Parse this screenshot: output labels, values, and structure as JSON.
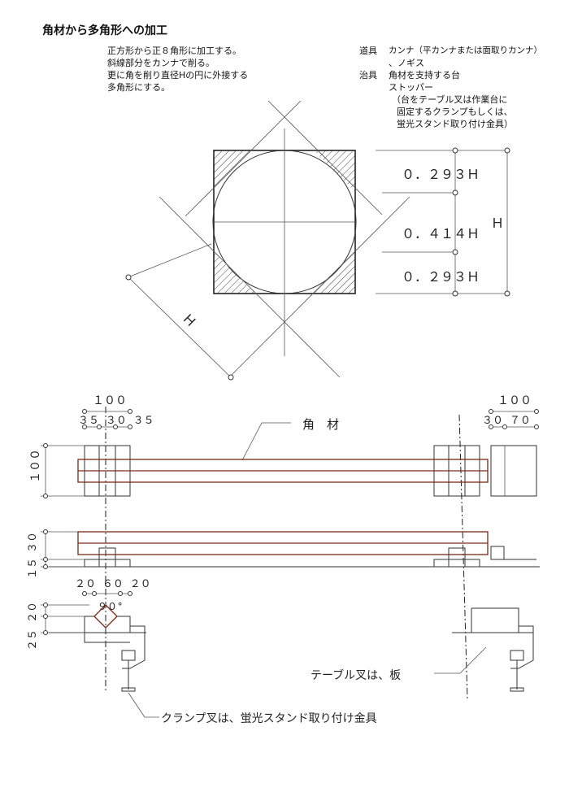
{
  "title": "角材から多角形への加工",
  "instructions": [
    "正方形から正８角形に加工する。",
    "斜線部分をカンナで削る。",
    "更に角を削り直径Hの円に外接する",
    "多角形にする。"
  ],
  "tools": {
    "label1": "道具",
    "line1": "カンナ（平カンナまたは面取りカンナ）",
    "line2": "、ノギス",
    "label2": "治具",
    "line3": "角材を支持する台",
    "line4": "ストッパー",
    "line5": "（台をテーブル叉は作業台に",
    "line6": "固定するクランプもしくは、",
    "line7": "蛍光スタンド取り付け金具）"
  },
  "top_diagram": {
    "dim1": "０．２９３Ｈ",
    "dim2": "０．４１４Ｈ",
    "dim3": "０．２９３Ｈ",
    "dim_total": "Ｈ",
    "diag_label": "Ｈ"
  },
  "bottom_diagram": {
    "left_total": "１００",
    "left_sub": "３５ ３０ ３５",
    "right_total": "１００",
    "right_sub": "３０  ７０",
    "material_label": "角　材",
    "height_100": "１００",
    "h15": "１５",
    "h30": "３０",
    "cross_dims": "２０ ６０ ２０",
    "angle": "９０°",
    "h25": "２５",
    "h20": "２０",
    "table_label": "テーブル叉は、板",
    "clamp_label": "クランプ叉は、蛍光スタンド取り付け金具"
  }
}
